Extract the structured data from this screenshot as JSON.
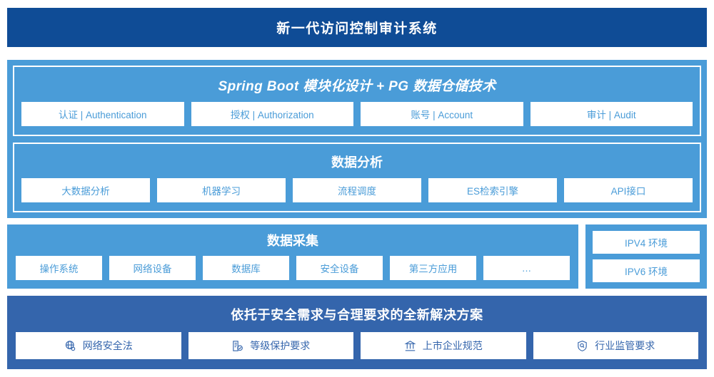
{
  "header": {
    "title": "新一代访问控制审计系统"
  },
  "architecture": {
    "platform": {
      "title": "Spring Boot 模块化设计 + PG 数据仓储技术",
      "modules": [
        "认证 | Authentication",
        "授权 | Authorization",
        "账号 | Account",
        "审计 | Audit"
      ]
    },
    "analytics": {
      "title": "数据分析",
      "modules": [
        "大数据分析",
        "机器学习",
        "流程调度",
        "ES检索引擎",
        "API接口"
      ]
    }
  },
  "collection": {
    "title": "数据采集",
    "sources": [
      "操作系统",
      "网络设备",
      "数据库",
      "安全设备",
      "第三方应用",
      "…"
    ],
    "environments": [
      "IPV4 环境",
      "IPV6 环境"
    ]
  },
  "compliance": {
    "title": "依托于安全需求与合理要求的全新解决方案",
    "items": [
      {
        "label": "网络安全法",
        "icon": "globe-icon"
      },
      {
        "label": "等级保护要求",
        "icon": "document-check-icon"
      },
      {
        "label": "上市企业规范",
        "icon": "bank-icon"
      },
      {
        "label": "行业监管要求",
        "icon": "shield-search-icon"
      }
    ]
  },
  "colors": {
    "header_navy": "#0f4c96",
    "panel_light_blue": "#4a9cd8",
    "panel_dark_blue": "#3465ac",
    "chip_background": "#ffffff"
  }
}
